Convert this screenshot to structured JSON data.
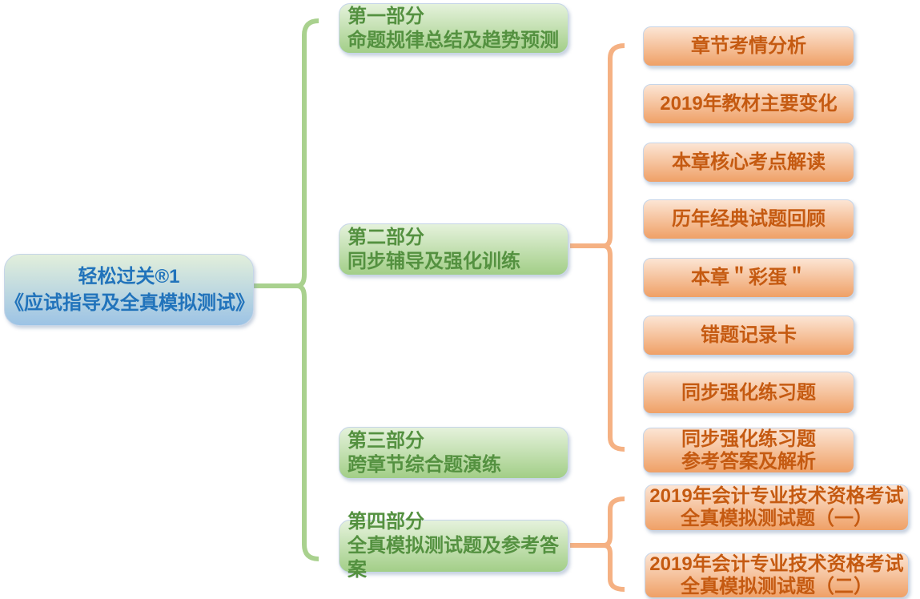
{
  "root": {
    "line1": "轻松过关®1",
    "line2": "《应试指导及全真模拟测试》"
  },
  "parts": [
    {
      "title": "第一部分",
      "subtitle": "命题规律总结及趋势预测"
    },
    {
      "title": "第二部分",
      "subtitle": "同步辅导及强化训练"
    },
    {
      "title": "第三部分",
      "subtitle": "跨章节综合题演练"
    },
    {
      "title": "第四部分",
      "subtitle": "全真模拟测试题及参考答案"
    }
  ],
  "part2_children": [
    {
      "line1": "章节考情分析"
    },
    {
      "line1": "2019年教材主要变化"
    },
    {
      "line1": "本章核心考点解读"
    },
    {
      "line1": "历年经典试题回顾"
    },
    {
      "line1": "本章＂彩蛋＂"
    },
    {
      "line1": "错题记录卡"
    },
    {
      "line1": "同步强化练习题"
    },
    {
      "line1": "同步强化练习题",
      "line2": "参考答案及解析"
    }
  ],
  "part4_children": [
    {
      "line1": "2019年会计专业技术资格考试",
      "line2": "全真模拟测试题（一）"
    },
    {
      "line1": "2019年会计专业技术资格考试",
      "line2": "全真模拟测试题（二）"
    }
  ],
  "colors": {
    "root_text": "#2173bb",
    "part_text": "#549140",
    "child_text": "#c55a11",
    "green_connector": "#a9d18e",
    "orange_connector": "#f5b183",
    "root_top": "#e2efdb",
    "root_bottom": "#9cc3e5",
    "part_top": "#e5f2dc",
    "part_bottom": "#a2ce87",
    "child_top": "#fce5d4",
    "child_bottom": "#efa066"
  }
}
